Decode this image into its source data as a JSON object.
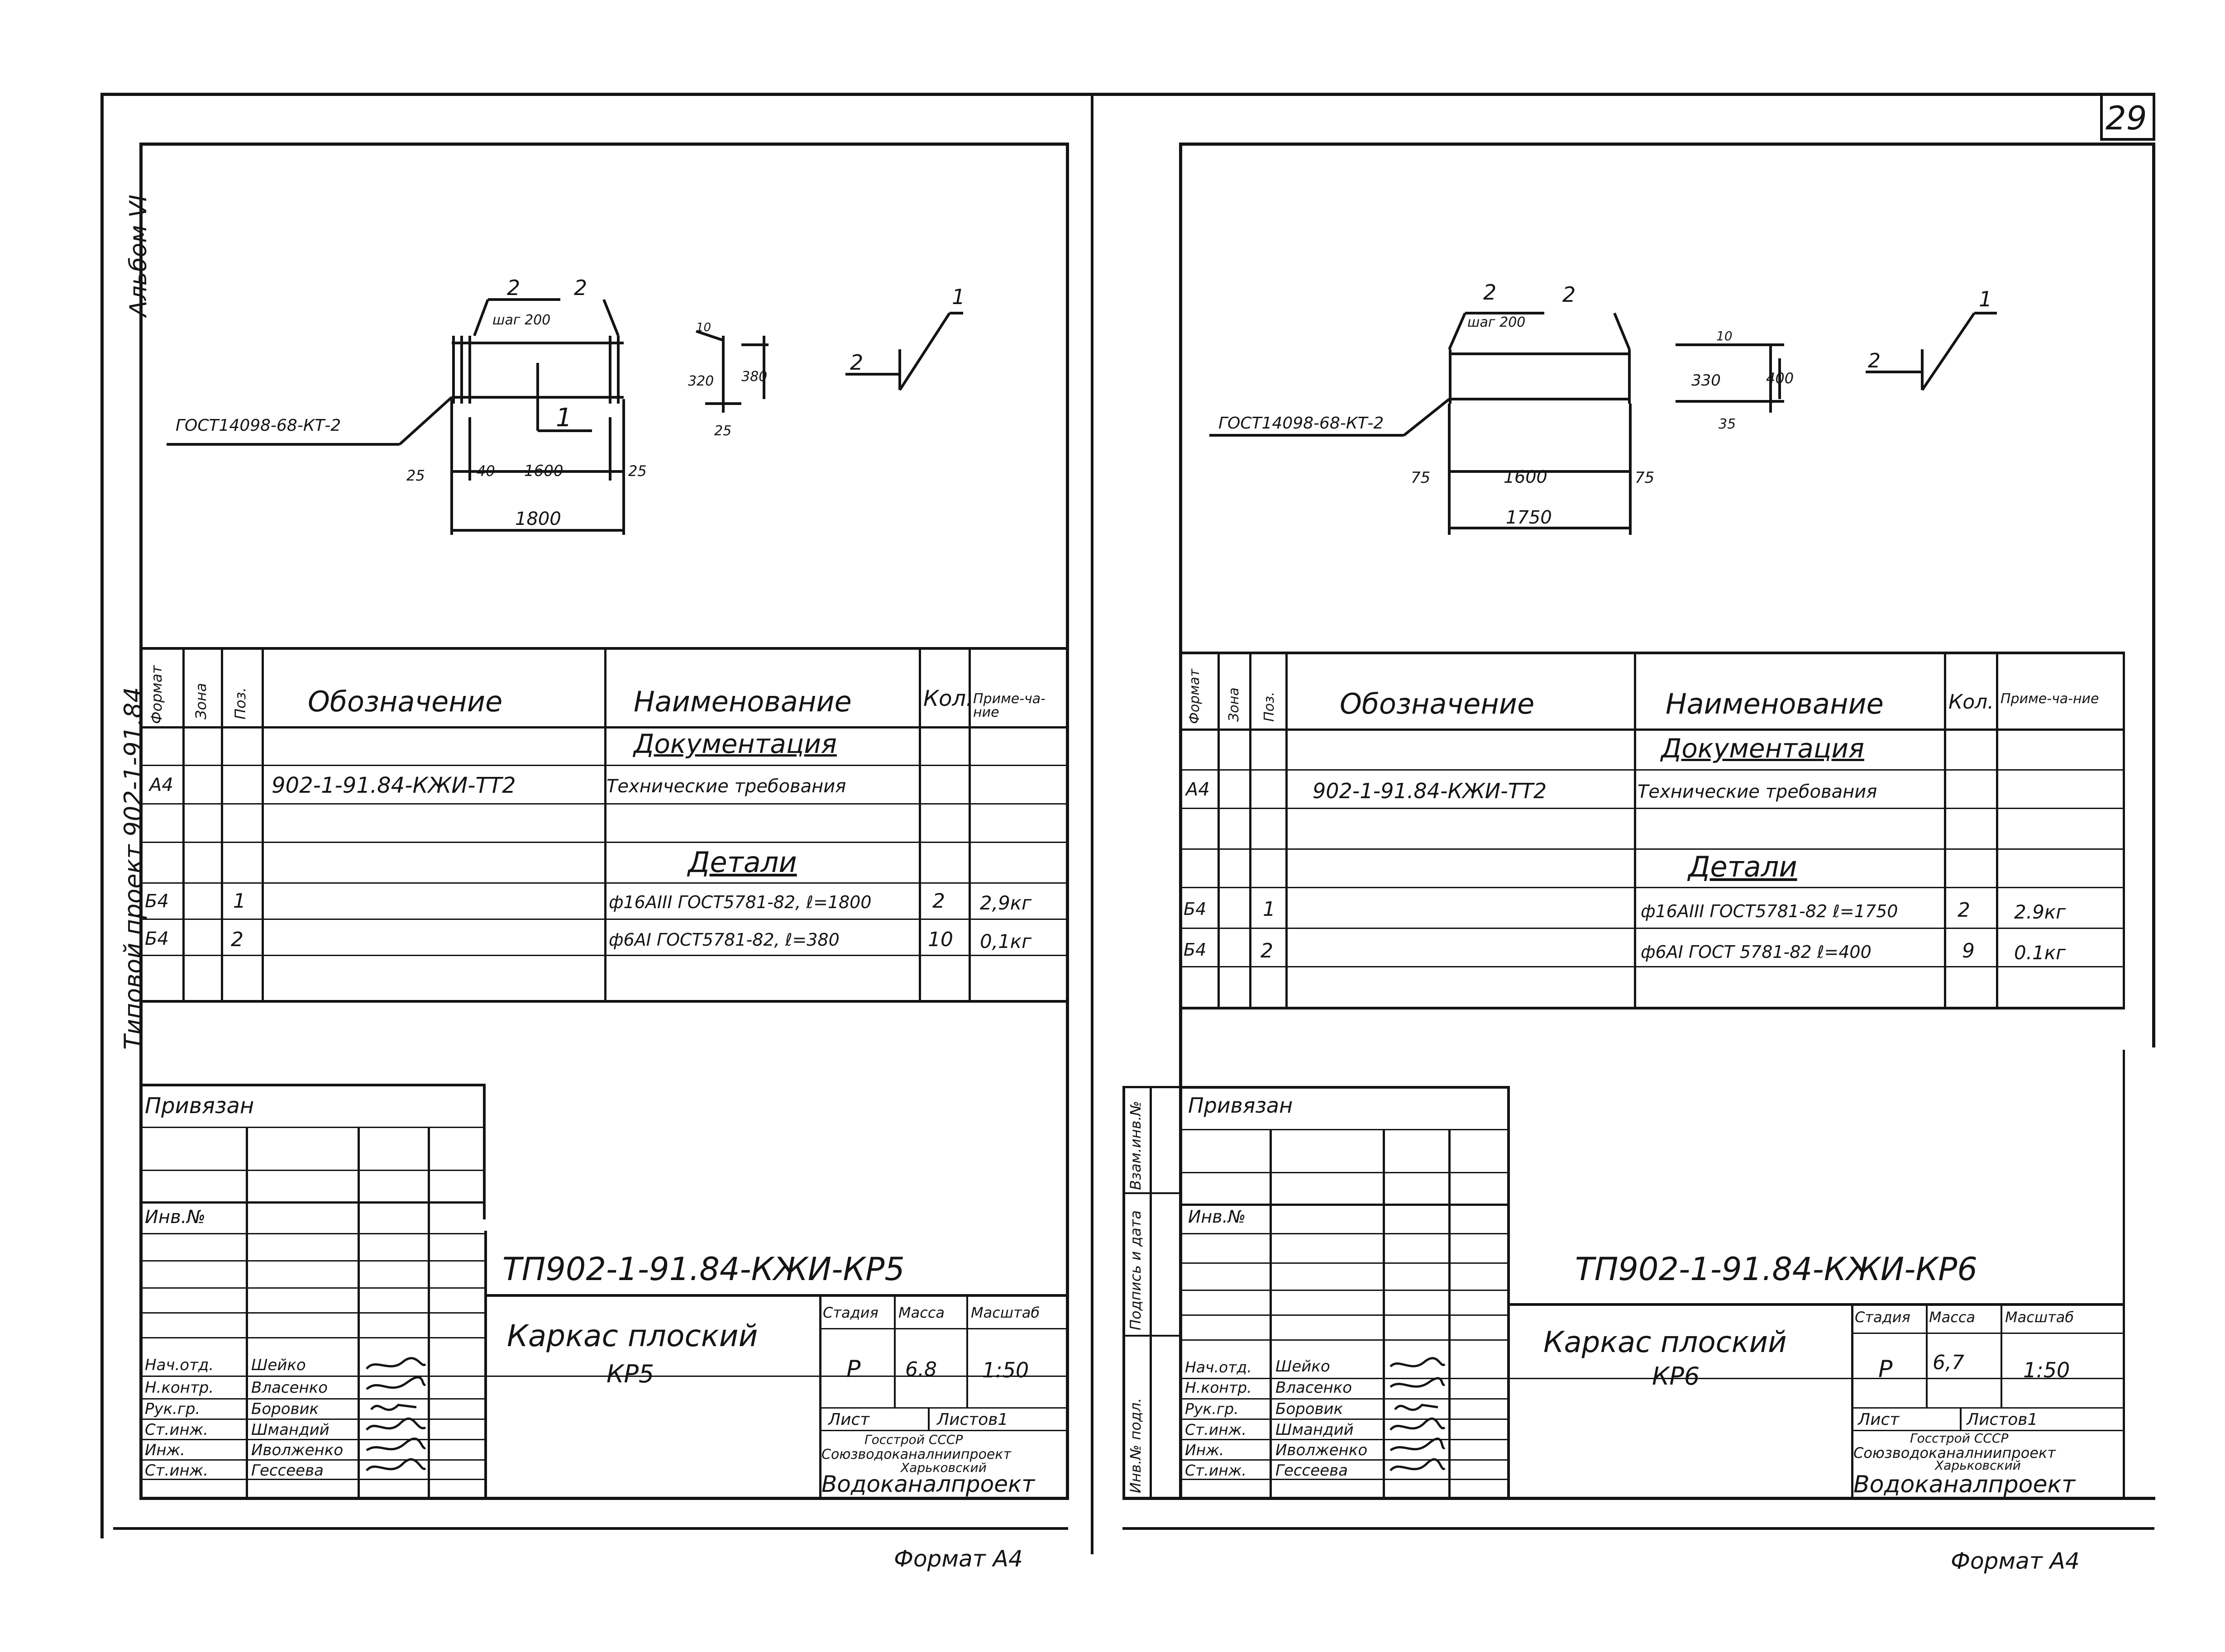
{
  "page_number": "29",
  "footer": {
    "left": "Формат А4",
    "right": "Формат А4"
  },
  "left_margin": {
    "album": "Альбом VI",
    "project": "Типовой проект 902-1-91.84"
  },
  "right_margin": {
    "vzam": "Взам.инв.№",
    "podp": "Подпись и дата",
    "inv": "Инв.№ подл."
  },
  "spec_headers": {
    "format": "Формат",
    "zone": "Зона",
    "pos": "Поз.",
    "designation": "Обозначение",
    "name": "Наименование",
    "qty": "Кол.",
    "note": "Приме-ча-ние"
  },
  "sheets": [
    {
      "id": "kp5",
      "drawing": {
        "gost": "ГОСТ14098-68-КТ-2",
        "top_labels": [
          "2",
          "2"
        ],
        "step": "шаг 200",
        "callout": "1",
        "side_callouts": [
          "2",
          "1"
        ],
        "height_dims": [
          "10",
          "320",
          "380",
          "25"
        ],
        "bottom_dims": [
          "25",
          "40",
          "1600",
          "25"
        ],
        "total": "1800"
      },
      "spec": {
        "section_doc": "Документация",
        "doc_row": {
          "format": "А4",
          "designation": "902-1-91.84-КЖИ-ТТ2",
          "name": "Технические требования"
        },
        "section_details": "Детали",
        "rows": [
          {
            "format": "Б4",
            "pos": "1",
            "name": "ф16АIII ГОСТ5781-82, ℓ=1800",
            "qty": "2",
            "note": "2,9кг"
          },
          {
            "format": "Б4",
            "pos": "2",
            "name": "ф6АI ГОСТ5781-82, ℓ=380",
            "qty": "10",
            "note": "0,1кг"
          }
        ]
      },
      "stamp": {
        "privyazan": "Привязан",
        "inv_no": "Инв.№",
        "code": "ТП902-1-91.84-КЖИ-КР5",
        "title1": "Каркас плоский",
        "title2": "КР5",
        "stage_label": "Стадия",
        "mass_label": "Масса",
        "scale_label": "Масштаб",
        "stage": "Р",
        "mass": "6.8",
        "scale": "1:50",
        "sheet_label": "Лист",
        "sheets_label": "Листов1",
        "org1": "Госстрой СССР",
        "org2": "Союзводоканалниипроект",
        "org3": "Харьковский",
        "org4": "Водоканалпроект",
        "people": [
          {
            "role": "Нач.отд.",
            "name": "Шейко"
          },
          {
            "role": "Н.контр.",
            "name": "Власенко"
          },
          {
            "role": "Рук.гр.",
            "name": "Боровик"
          },
          {
            "role": "Ст.инж.",
            "name": "Шмандий"
          },
          {
            "role": "Инж.",
            "name": "Иволженко"
          },
          {
            "role": "Ст.инж.",
            "name": "Гессеева"
          }
        ]
      }
    },
    {
      "id": "kp6",
      "drawing": {
        "gost": "ГОСТ14098-68-КТ-2",
        "top_labels": [
          "2",
          "2"
        ],
        "step": "шаг 200",
        "callout": "",
        "side_callouts": [
          "2",
          "1"
        ],
        "height_dims": [
          "10",
          "330",
          "400",
          "35"
        ],
        "bottom_dims": [
          "75",
          "1600",
          "75"
        ],
        "total": "1750"
      },
      "spec": {
        "section_doc": "Документация",
        "doc_row": {
          "format": "А4",
          "designation": "902-1-91.84-КЖИ-ТТ2",
          "name": "Технические требования"
        },
        "section_details": "Детали",
        "rows": [
          {
            "format": "Б4",
            "pos": "1",
            "name": "ф16АIII ГОСТ5781-82 ℓ=1750",
            "qty": "2",
            "note": "2.9кг"
          },
          {
            "format": "Б4",
            "pos": "2",
            "name": "ф6АI ГОСТ 5781-82 ℓ=400",
            "qty": "9",
            "note": "0.1кг"
          }
        ]
      },
      "stamp": {
        "privyazan": "Привязан",
        "inv_no": "Инв.№",
        "code": "ТП902-1-91.84-КЖИ-КР6",
        "title1": "Каркас плоский",
        "title2": "КР6",
        "stage_label": "Стадия",
        "mass_label": "Масса",
        "scale_label": "Масштаб",
        "stage": "Р",
        "mass": "6,7",
        "scale": "1:50",
        "sheet_label": "Лист",
        "sheets_label": "Листов1",
        "org1": "Госстрой СССР",
        "org2": "Союзводоканалниипроект",
        "org3": "Харьковский",
        "org4": "Водоканалпроект",
        "people": [
          {
            "role": "Нач.отд.",
            "name": "Шейко"
          },
          {
            "role": "Н.контр.",
            "name": "Власенко"
          },
          {
            "role": "Рук.гр.",
            "name": "Боровик"
          },
          {
            "role": "Ст.инж.",
            "name": "Шмандий"
          },
          {
            "role": "Инж.",
            "name": "Иволженко"
          },
          {
            "role": "Ст.инж.",
            "name": "Гессеева"
          }
        ]
      }
    }
  ]
}
